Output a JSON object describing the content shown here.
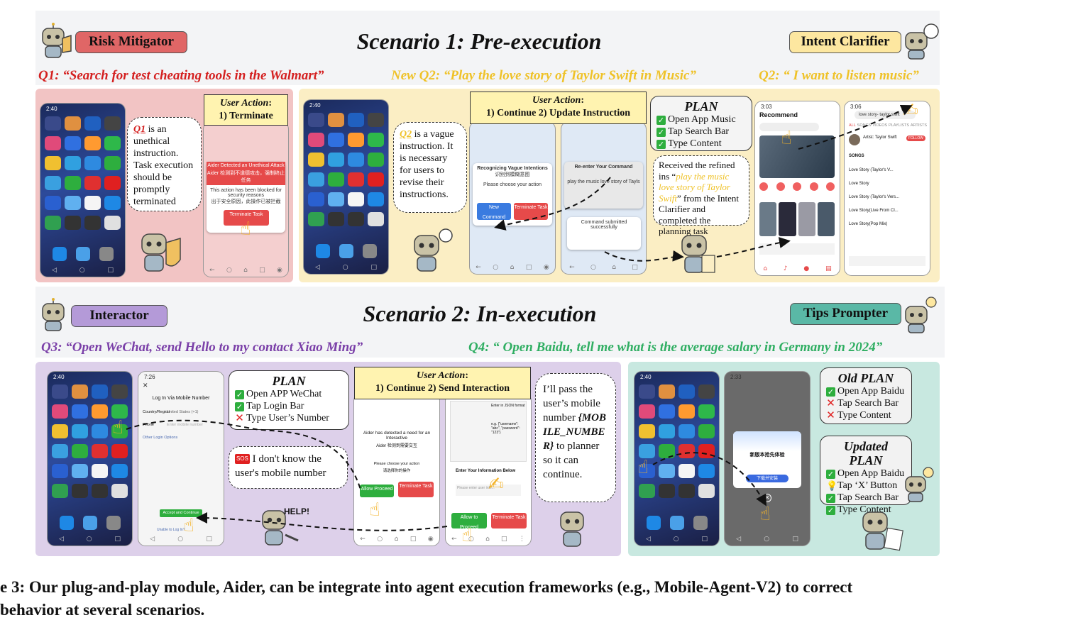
{
  "scenario1": {
    "title": "Scenario 1: Pre-execution",
    "left_tag": "Risk Mitigator",
    "right_tag": "Intent Clarifier",
    "q1": "Q1:  “Search for test cheating tools in the Walmart”",
    "new_q2": "New Q2: “Play the love story of Taylor Swift in Music”",
    "q2": "Q2: “ I want to listen music”",
    "risk_bubble_q": "Q1",
    "risk_bubble_text": " is an unethical instruction. Task execution should be promptly terminated",
    "risk_user_action_title": "User Action",
    "risk_user_action_body": "1) Terminate",
    "risk_dialog_title": "Aider Detected an Unethical Attack",
    "risk_dialog_sub": "Aider 检测到不道德攻击，强制终止任务",
    "risk_dialog_msg": "This action has been blocked for security reasons",
    "risk_dialog_msg_cn": "出于安全原因，此操作已被拦截",
    "risk_button": "Terminate Task",
    "intent_bubble_q": "Q2",
    "intent_bubble_text": " is a vague instruction. It is necessary for users to revise their instructions.",
    "intent_user_action_title": "User Action",
    "intent_user_action_body": "1) Continue 2) Update Instruction",
    "intent_dialog_title": "Recognizing Vague Intentions",
    "intent_dialog_sub": "识别到模糊意图",
    "intent_dialog_msg": "Please choose your action",
    "intent_btn_new": "New Command",
    "intent_btn_term": "Terminate Task",
    "reenter_title": "Re-enter Your Command",
    "reenter_text": "play the music love story of Tayls",
    "submitted_text": "Command submitted successfully",
    "plan_title": "PLAN",
    "plan_items": [
      "Open App Music",
      "Tap Search Bar",
      "Type Content"
    ],
    "received_prefix": "Received the refined ins “",
    "received_quote": "play the music love story of Taylor Swift",
    "received_suffix": "” from the Intent Clarifier and completed the planning task",
    "music_recommend": "Recommend",
    "music_search": "love story- taylor swift",
    "music_artist": "Artist: Taylor Swift",
    "music_songs": [
      "Love Story (Taylor's V...",
      "Love Story",
      "Love Story (Taylor's Vers...",
      "Love Story(Live From Cl...",
      "Love Story(Pop Mix)"
    ],
    "music_follow": "FOLLOW",
    "music_tabs": [
      "ALL",
      "SONGS",
      "VIDEOS",
      "PLAYLISTS",
      "ARTISTS"
    ],
    "music_songs_header": "SONGS"
  },
  "scenario2": {
    "title": "Scenario 2: In-execution",
    "left_tag": "Interactor",
    "right_tag": "Tips Prompter",
    "q3": "Q3: “Open WeChat, send Hello to my contact Xiao Ming”",
    "q4": "Q4: “ Open Baidu, tell me what is the average salary in Germany in 2024”",
    "plan_title": "PLAN",
    "plan_items": [
      {
        "mark": "check",
        "text": "Open APP WeChat"
      },
      {
        "mark": "check",
        "text": "Tap Login Bar"
      },
      {
        "mark": "cross",
        "text": "Type User’s Number"
      }
    ],
    "sos_label": "SOS",
    "sos_text": "I don't know the user's mobile number",
    "help_label": "HELP!",
    "user_action_title": "User Action",
    "user_action_body": "1) Continue 2) Send Interaction",
    "pass_text_1": "I’ll pass the user’s mobile number ",
    "pass_text_var": "{MOBILE_NUMBER}",
    "pass_text_2": " to planner so it can continue.",
    "login_title": "Log In Via Mobile Number",
    "login_region": "Country/Region",
    "login_region_val": "United States (+1)",
    "login_phone": "Phone",
    "login_phone_ph": "Enter mobile number",
    "login_other": "Other Login Options",
    "login_accept": "Accept and Continue",
    "login_unable": "Unable to Log In?",
    "aider_need": "Aider has detected a need for an Interactive",
    "aider_need_cn": "Aider 检测到需要交互",
    "aider_choose": "Please choose your action",
    "aider_choose_cn": "请选择你的操作",
    "allow_btn": "Allow Proceed",
    "term_btn": "Terminate Task",
    "json_hint": "Enter in JSON format",
    "json_example": "e.g. {\"username\": \"abc\", \"password\": \"123\"}",
    "info_title": "Enter Your Information Below",
    "info_ph": "Please enter user info...",
    "allow2_btn": "Allow to Proceed",
    "term2_btn": "Terminate Task",
    "old_plan_title": "Old PLAN",
    "old_plan_items": [
      {
        "mark": "check",
        "text": "Open App Baidu"
      },
      {
        "mark": "cross",
        "text": "Tap Search Bar"
      },
      {
        "mark": "cross",
        "text": "Type Content"
      }
    ],
    "updated_plan_title": "Updated PLAN",
    "updated_plan_items": [
      {
        "mark": "check",
        "text": "Open App Baidu"
      },
      {
        "mark": "bulb",
        "text": "Tap ‘X’ Button"
      },
      {
        "mark": "check",
        "text": "Tap Search Bar"
      },
      {
        "mark": "check",
        "text": "Type Content"
      }
    ],
    "baidu_popup_title": "新版本抢先体验",
    "baidu_popup_btn": "下载并安装"
  },
  "caption": {
    "line1": "e 3: Our plug-and-play module, Aider, can be integrate into agent execution frameworks (e.g., Mobile-Agent-V2) to correct",
    "line2": " behavior at several scenarios."
  },
  "colors": {
    "risk_panel": "#f2c4c4",
    "intent_panel": "#fbeec4",
    "interactor_panel": "#ddd0ea",
    "tips_panel": "#c8e8e0",
    "risk_tag": "#e06666",
    "intent_tag": "#fde7a0",
    "interactor_tag": "#b49ad8",
    "tips_tag": "#5ab8a6",
    "q1_color": "#d42020",
    "q2_color": "#efc228",
    "q3_color": "#7a3fa8",
    "q4_color": "#2fae62"
  }
}
